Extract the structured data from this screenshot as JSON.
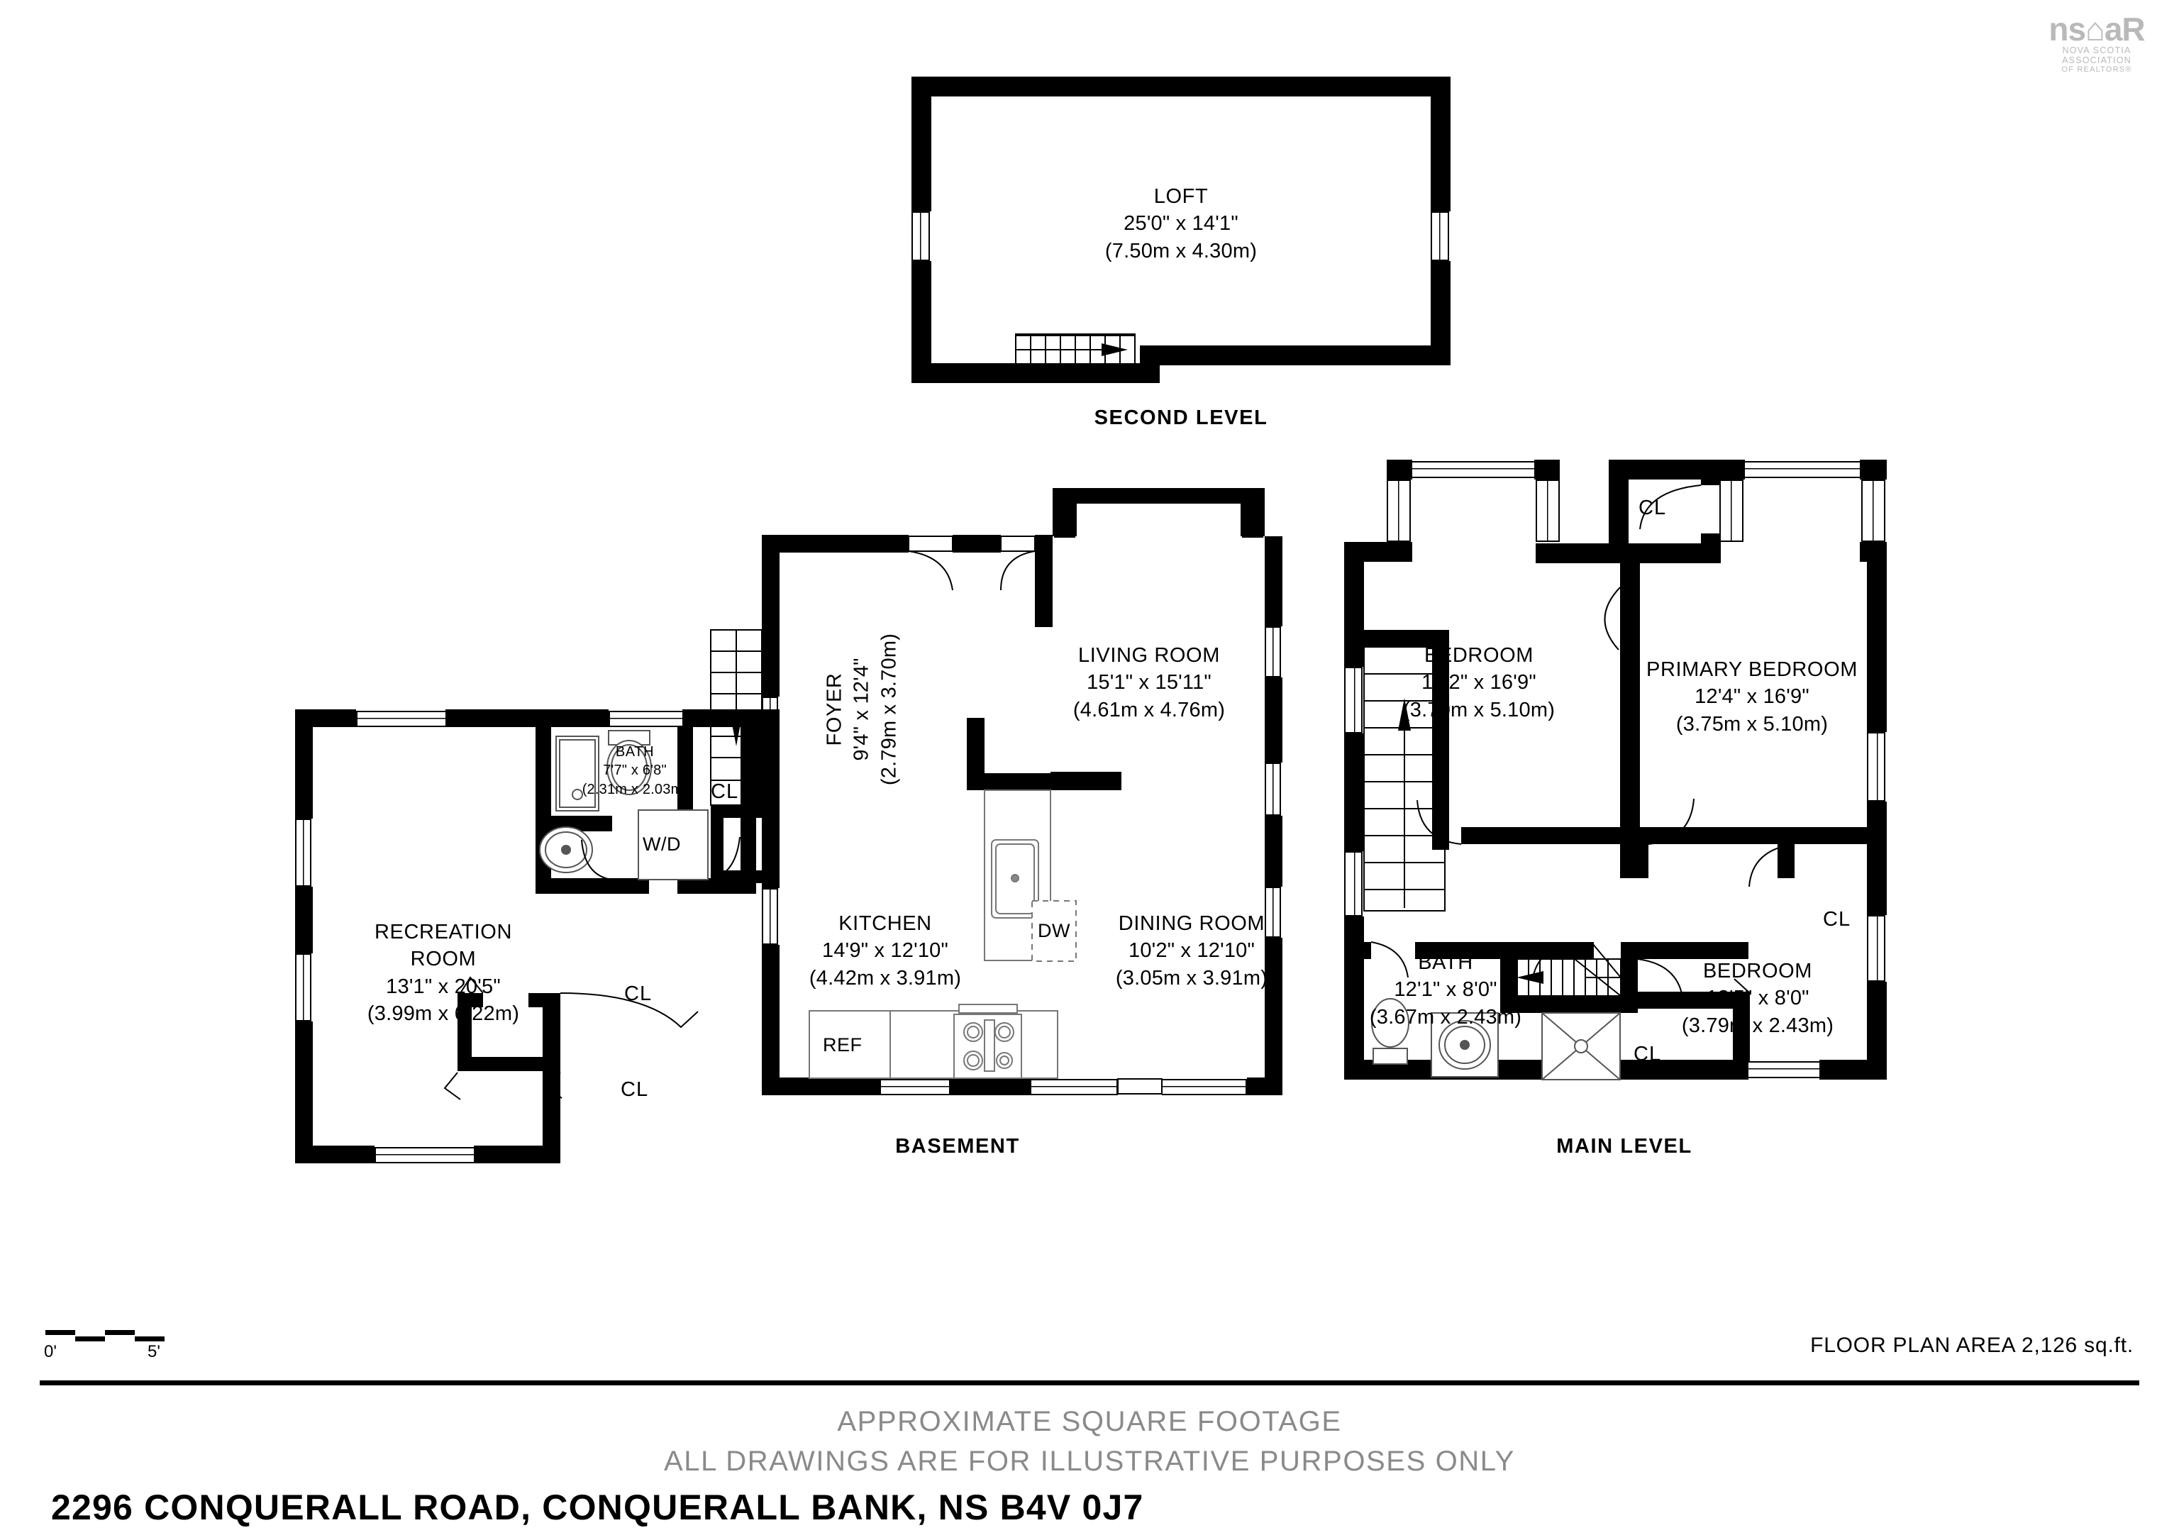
{
  "document": {
    "address": "2296 CONQUERALL ROAD, CONQUERALL BANK, NS B4V 0J7",
    "disclaimer_line1": "APPROXIMATE SQUARE FOOTAGE",
    "disclaimer_line2": "ALL DRAWINGS ARE FOR ILLUSTRATIVE PURPOSES ONLY",
    "floor_plan_area": "FLOOR PLAN AREA 2,126 sq.ft.",
    "scale": {
      "start": "0'",
      "end": "5'"
    }
  },
  "logo": {
    "mark": "ns⌂aR",
    "line1": "NOVA SCOTIA ASSOCIATION",
    "line2": "OF REALTORS®"
  },
  "levels": [
    {
      "id": "second",
      "label": "SECOND LEVEL"
    },
    {
      "id": "basement",
      "label": "BASEMENT"
    },
    {
      "id": "main",
      "label": "MAIN LEVEL"
    }
  ],
  "rooms": {
    "loft": {
      "name": "LOFT",
      "imperial": "25'0\" x 14'1\"",
      "metric": "(7.50m x 4.30m)"
    },
    "living": {
      "name": "LIVING ROOM",
      "imperial": "15'1\" x 15'11\"",
      "metric": "(4.61m x 4.76m)"
    },
    "foyer": {
      "name": "FOYER",
      "imperial": "9'4\" x 12'4\"",
      "metric": "(2.79m x 3.70m)"
    },
    "kitchen": {
      "name": "KITCHEN",
      "imperial": "14'9\" x 12'10\"",
      "metric": "(4.42m x 3.91m)"
    },
    "dining": {
      "name": "DINING ROOM",
      "imperial": "10'2\" x 12'10\"",
      "metric": "(3.05m x 3.91m)"
    },
    "recreation": {
      "name": "RECREATION ROOM",
      "name_l1": "RECREATION",
      "name_l2": "ROOM",
      "imperial": "13'1\" x 20'5\"",
      "metric": "(3.99m x 6.22m)"
    },
    "bath_bsmt": {
      "name": "BATH",
      "imperial": "7'7\" x 6'8\"",
      "metric": "(2.31m x 2.03m)"
    },
    "bedroom2": {
      "name": "BEDROOM",
      "imperial": "12'2\" x 16'9\"",
      "metric": "(3.70m x 5.10m)"
    },
    "primary": {
      "name": "PRIMARY BEDROOM",
      "imperial": "12'4\" x 16'9\"",
      "metric": "(3.75m x 5.10m)"
    },
    "bath_main": {
      "name": "BATH",
      "imperial": "12'1\" x 8'0\"",
      "metric": "(3.67m x 2.43m)"
    },
    "bedroom3": {
      "name": "BEDROOM",
      "imperial": "12'5\" x 8'0\"",
      "metric": "(3.79m x 2.43m)"
    }
  },
  "closets": [
    {
      "id": "cl-basement-hall",
      "label": "CL"
    },
    {
      "id": "cl-basement-rec-1",
      "label": "CL"
    },
    {
      "id": "cl-basement-rec-2",
      "label": "CL"
    },
    {
      "id": "cl-main-top",
      "label": "CL"
    },
    {
      "id": "cl-main-right",
      "label": "CL"
    },
    {
      "id": "cl-main-bedroom3",
      "label": "CL"
    }
  ],
  "appliances": [
    {
      "id": "washer-dryer",
      "label": "W/D"
    },
    {
      "id": "dishwasher",
      "label": "DW"
    },
    {
      "id": "refrigerator",
      "label": "REF"
    }
  ],
  "colors": {
    "wall": "#000000",
    "floor": "#ffffff",
    "muted": "#8a8a8a",
    "logo": "#b9b9b9"
  }
}
